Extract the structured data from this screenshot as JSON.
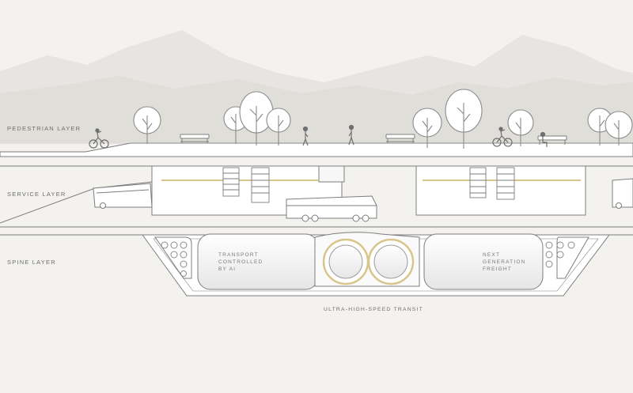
{
  "layers": {
    "pedestrian": "PEDESTRIAN LAYER",
    "service": "SERVICE LAYER",
    "spine": "SPINE LAYER"
  },
  "annotations": {
    "transport_ai": "TRANSPORT\nCONTROLLED\nBY AI",
    "next_freight": "NEXT\nGENERATION\nFREIGHT",
    "ultra_transit": "ULTRA-HIGH-SPEED TRANSIT"
  },
  "colors": {
    "background": "#f3f2ef",
    "mountain_back": "#e4e3df",
    "mountain_front": "#dddcd7",
    "line": "#7d7d7d",
    "accent_gold": "#d8c58a",
    "structure_fill": "#ffffff"
  }
}
